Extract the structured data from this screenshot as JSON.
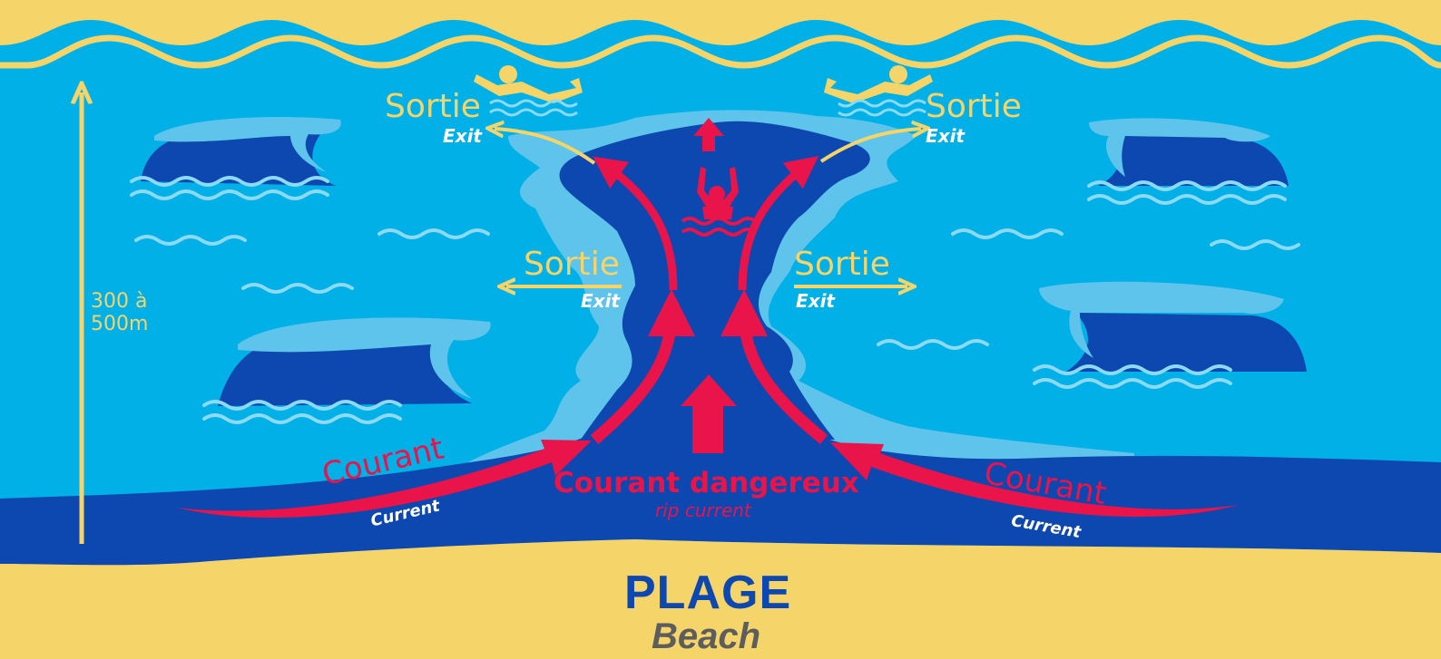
{
  "exits": {
    "top_left": {
      "label": "Sortie",
      "sub": "Exit"
    },
    "top_right": {
      "label": "Sortie",
      "sub": "Exit"
    },
    "mid_left": {
      "label": "Sortie",
      "sub": "Exit"
    },
    "mid_right": {
      "label": "Sortie",
      "sub": "Exit"
    }
  },
  "distance": {
    "label": "300 à\n500m"
  },
  "currents": {
    "left": {
      "label": "Courant",
      "sub": "Current"
    },
    "right": {
      "label": "Courant",
      "sub": "Current"
    }
  },
  "rip_current": {
    "label": "Courant dangereux",
    "sub": "rip current"
  },
  "beach": {
    "label": "PLAGE",
    "sub": "Beach"
  },
  "colors": {
    "sand": "#f5d46a",
    "sea": "#00b0e6",
    "deep_water": "#0d47b0",
    "foam": "#5ec4eb",
    "danger": "#e8144a"
  },
  "icons": [
    "swimmer-left-icon",
    "swimmer-right-icon",
    "drowning-person-icon",
    "wave-icon"
  ]
}
